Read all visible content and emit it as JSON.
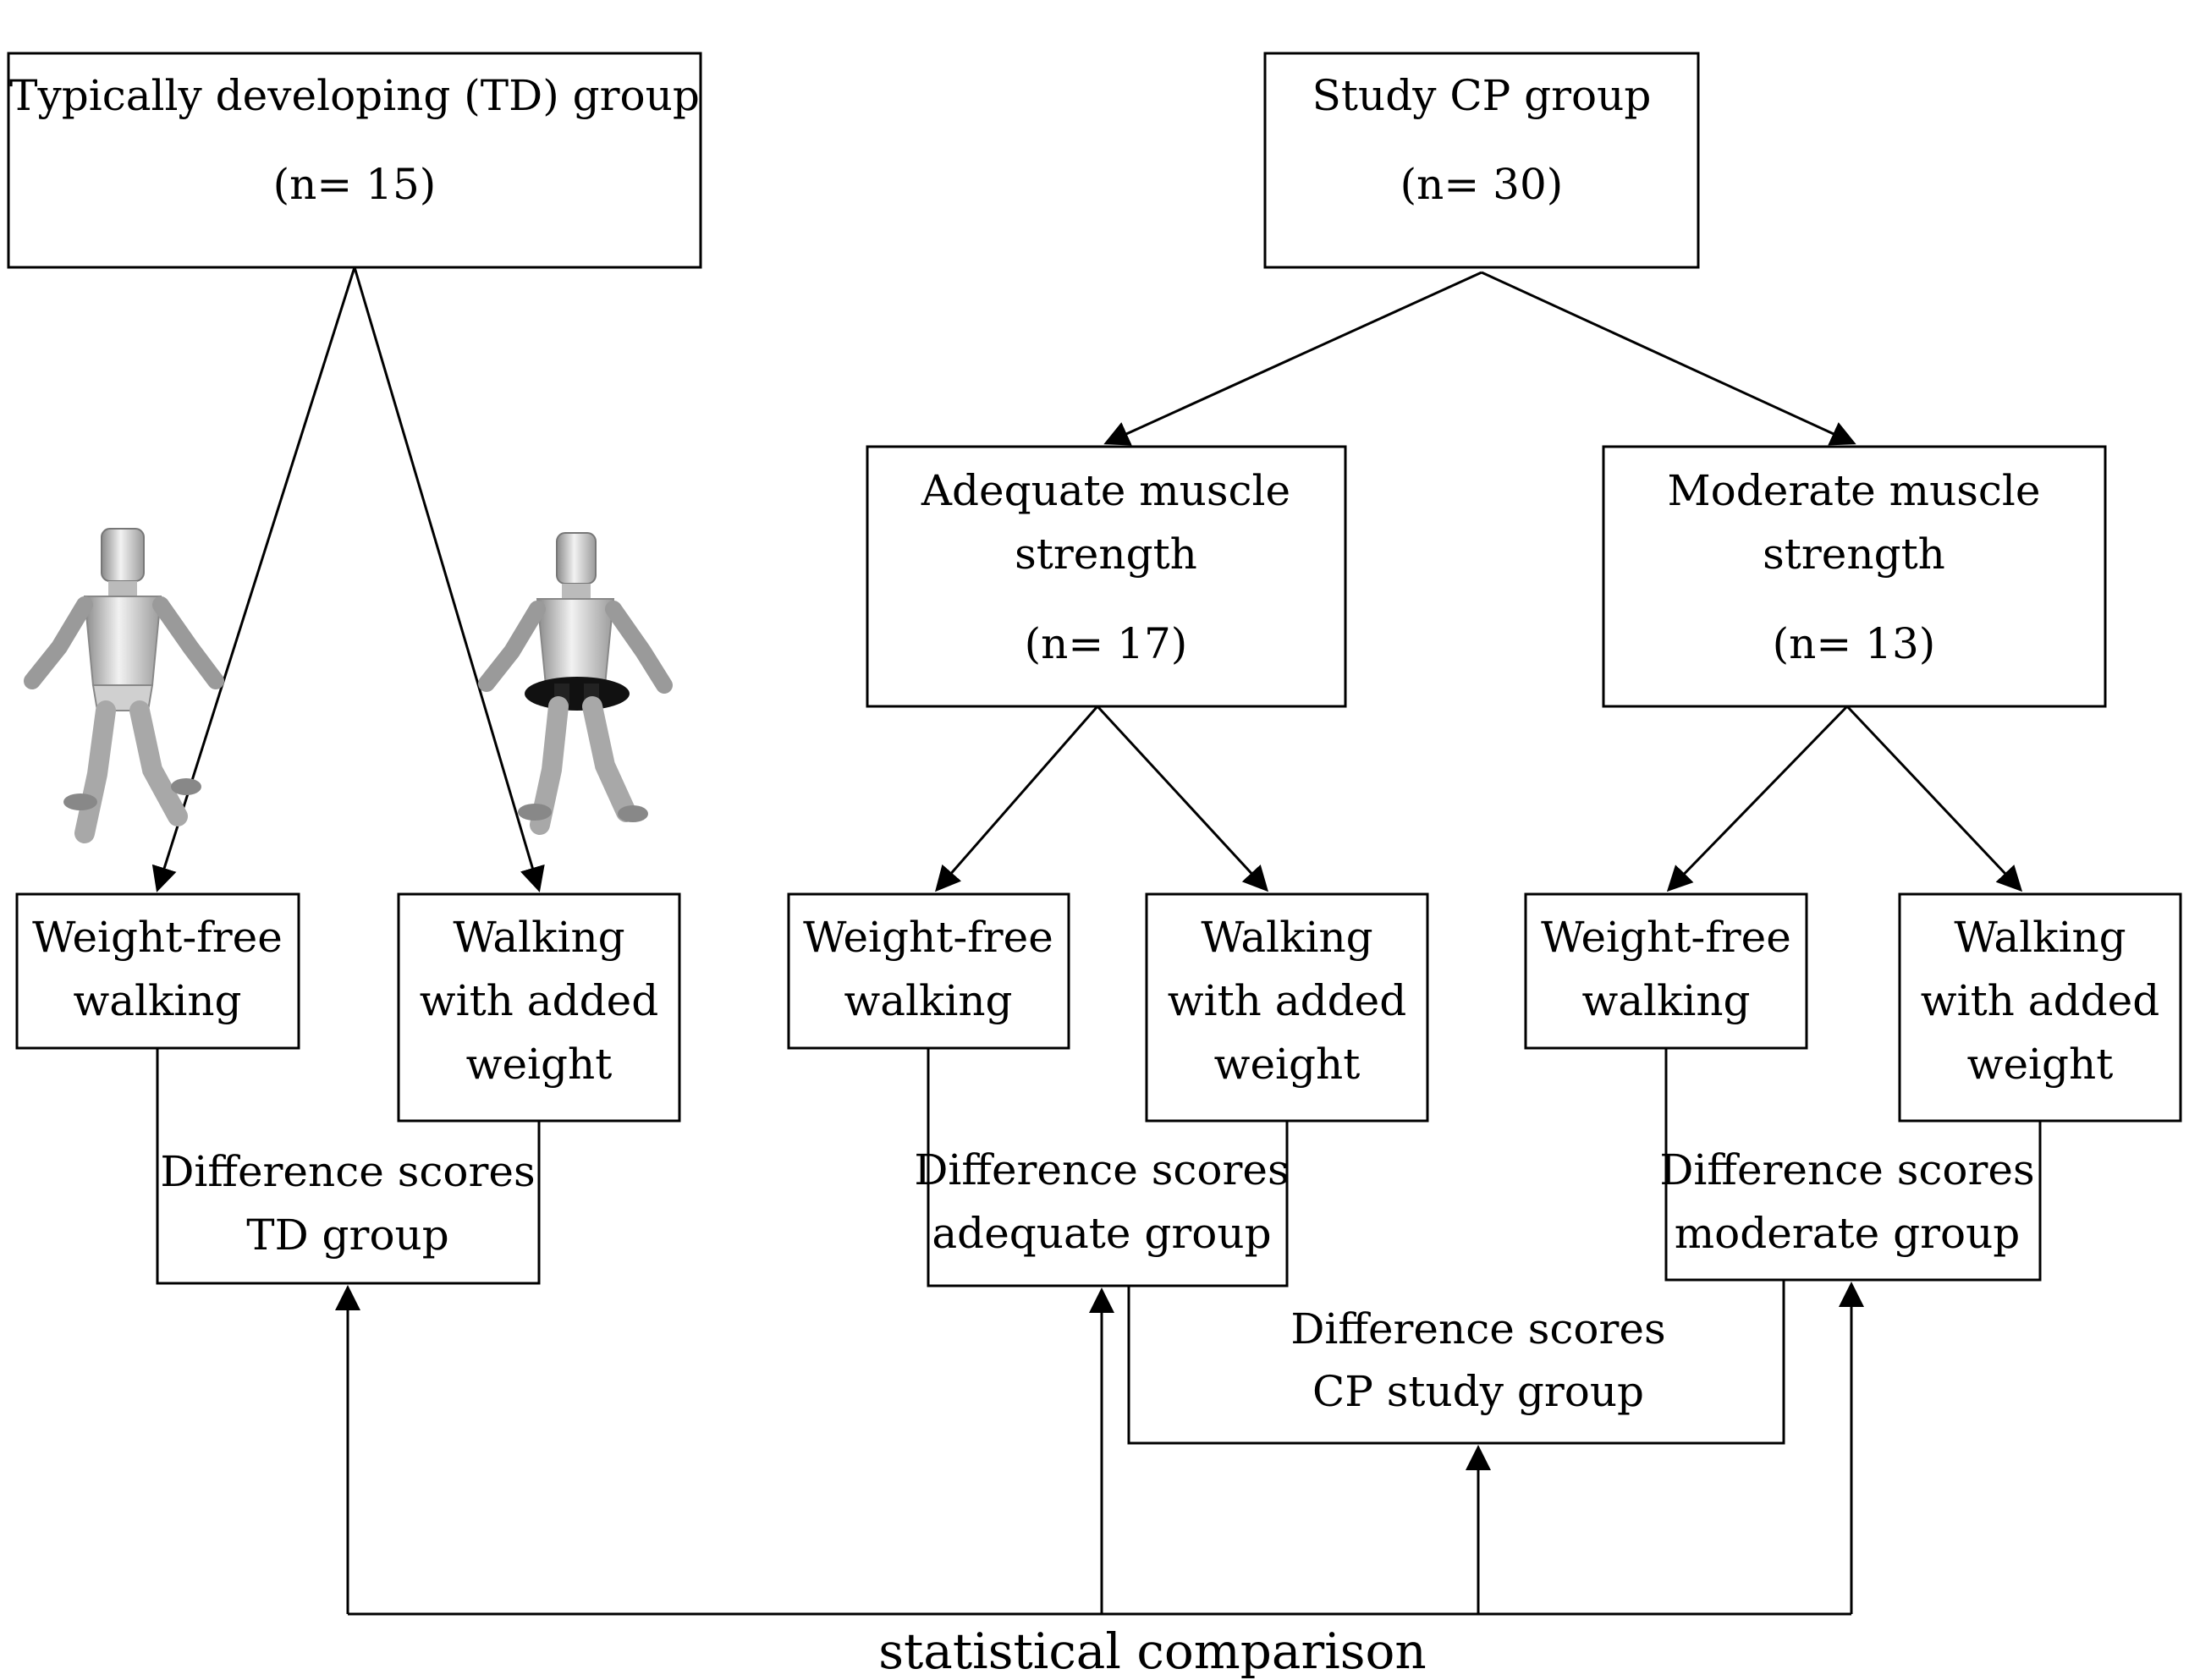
{
  "diagram": {
    "td_group": {
      "title": "Typically developing (TD) group",
      "n": "(n= 15)"
    },
    "cp_group": {
      "title": "Study CP group",
      "n": "(n= 30)"
    },
    "adequate": {
      "line1": "Adequate muscle",
      "line2": "strength",
      "n": "(n= 17)"
    },
    "moderate": {
      "line1": "Moderate muscle",
      "line2": "strength",
      "n": "(n= 13)"
    },
    "weight_free": {
      "line1": "Weight-free",
      "line2": "walking"
    },
    "added_weight": {
      "line1": "Walking",
      "line2": "with added",
      "line3": "weight"
    },
    "diff_td": {
      "line1": "Difference scores",
      "line2": "TD group"
    },
    "diff_adequate": {
      "line1": "Difference scores",
      "line2": "adequate group"
    },
    "diff_moderate": {
      "line1": "Difference scores",
      "line2": "moderate group"
    },
    "diff_cp": {
      "line1": "Difference scores",
      "line2": "CP study group"
    },
    "footer": "statistical comparison",
    "figures": [
      "walking-figure-icon",
      "walking-figure-with-weight-icon"
    ]
  }
}
